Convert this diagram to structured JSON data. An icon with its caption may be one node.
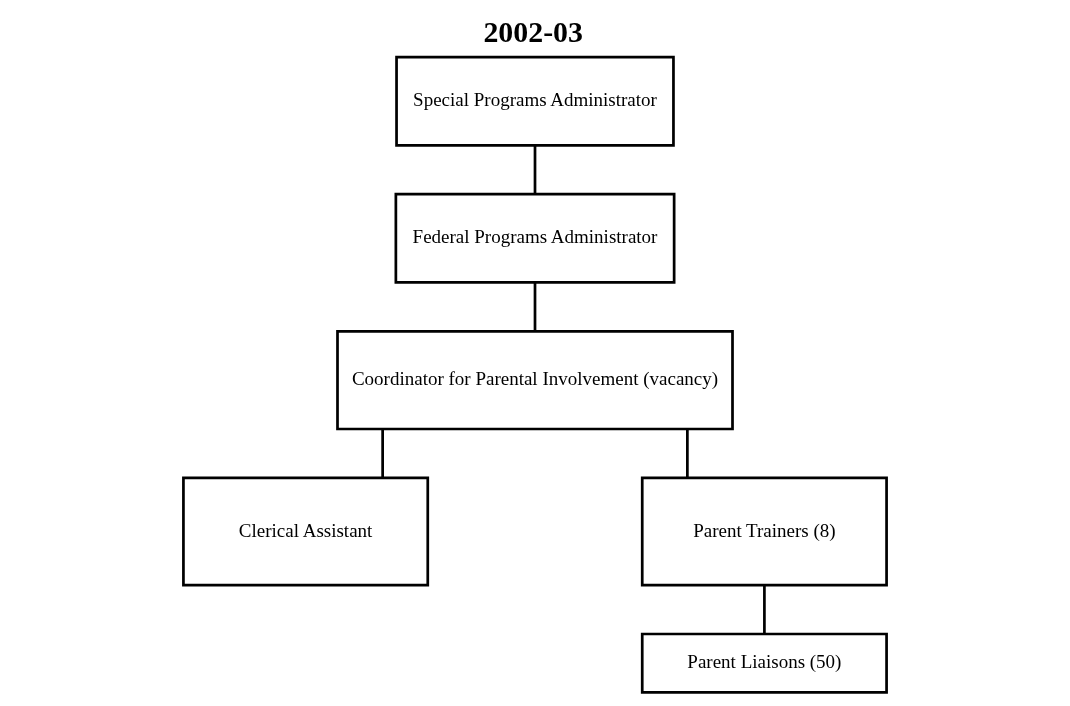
{
  "diagram": {
    "title": "2002-03",
    "nodes": [
      {
        "text": [
          "Special Programs Administrator"
        ]
      },
      {
        "text": [
          "Federal Programs Administrator"
        ]
      },
      {
        "text": [
          "Coordinator for Parental Involvement (vacancy)"
        ]
      },
      {
        "text": [
          "Clerical Assistant"
        ]
      },
      {
        "text": [
          "Parent Trainers (8)"
        ]
      },
      {
        "text": [
          "Parent Liaisons (50)"
        ]
      }
    ],
    "edges": [
      {
        "from": 0,
        "to": 1,
        "arrow": "none"
      },
      {
        "from": 1,
        "to": 2,
        "arrow": "none"
      },
      {
        "from": 2,
        "to": 3,
        "arrow": "none"
      },
      {
        "from": 2,
        "to": 4,
        "arrow": "none"
      },
      {
        "from": 4,
        "to": 5,
        "arrow": "none"
      }
    ]
  }
}
